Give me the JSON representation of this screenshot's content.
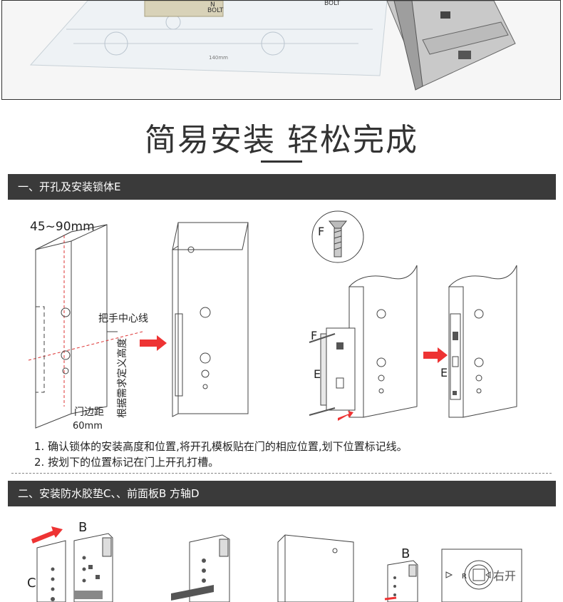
{
  "photo": {
    "paper_text": [
      "BOLT",
      "BOLT",
      "N",
      "140mm"
    ]
  },
  "heading": {
    "title": "简易安装 轻松完成"
  },
  "section1": {
    "title": "一、开孔及安装锁体E",
    "diagram": {
      "thickness_label": "45~90mm",
      "handle_center_label": "把手中心线",
      "height_note": "根据需求定义高度",
      "door_edge_label": "门边距",
      "door_edge_value": "60mm",
      "screw_label": "F",
      "screw_label_2": "F",
      "lock_label": "E",
      "lock_label_2": "E"
    },
    "steps": [
      "1. 确认锁体的安装高度和位置,将开孔模板贴在门的相应位置,划下位置标记线。",
      "2. 按划下的位置标记在门上开孔打槽。"
    ]
  },
  "section2": {
    "title": "二、安装防水胶垫C、、前面板B 方轴D",
    "diagram": {
      "panel_label_b": "B",
      "panel_label_c": "C",
      "panel_label_b2": "B",
      "right_open_label": "右开",
      "r_mark": "R"
    }
  }
}
